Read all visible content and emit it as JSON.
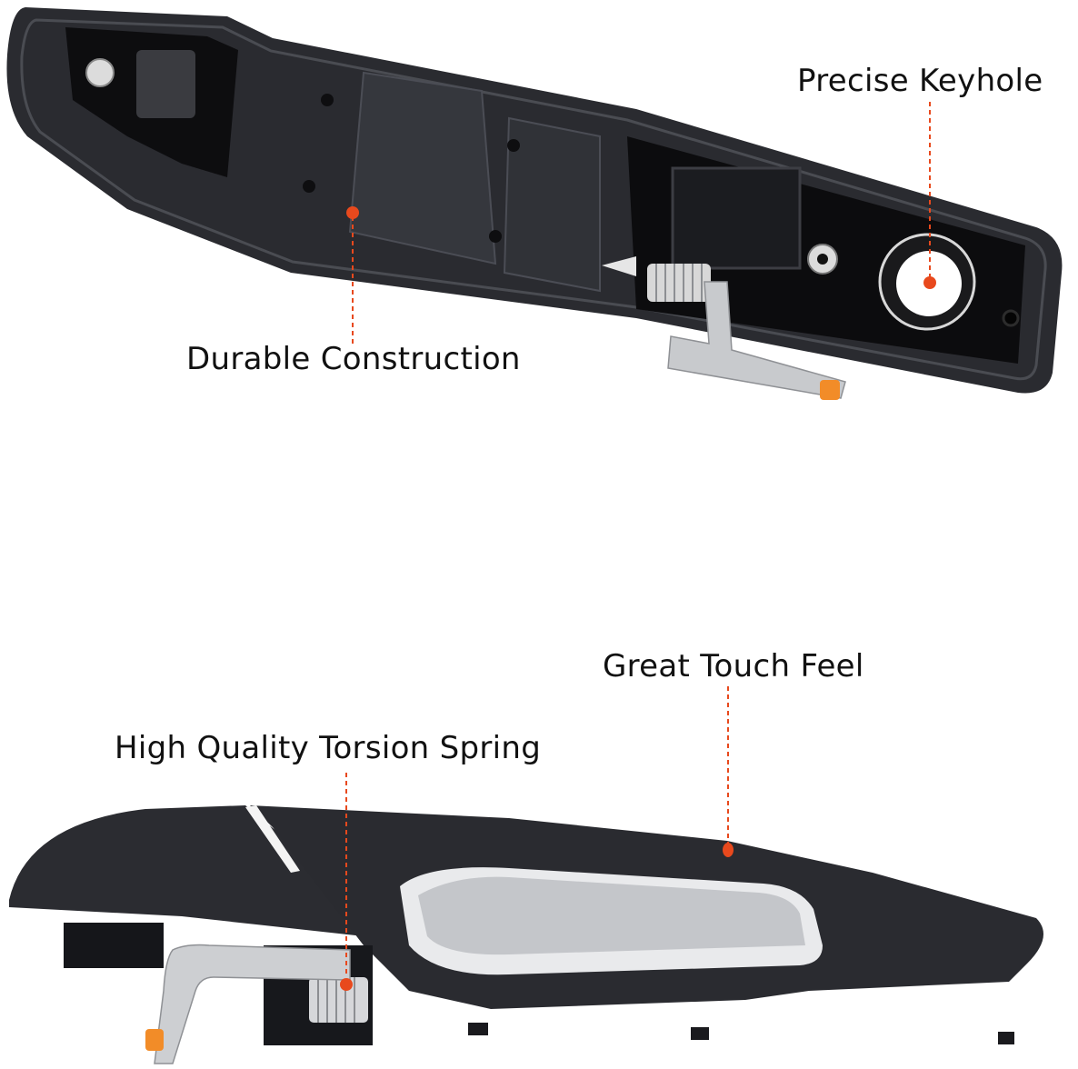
{
  "colors": {
    "accent": "#E8491D",
    "plastic_dark": "#26272b",
    "plastic_mid": "#3a3c42",
    "metal": "#c9cbce",
    "orange_clip": "#f28c28",
    "text": "#111111",
    "background": "#ffffff"
  },
  "callouts": [
    {
      "id": "precise-keyhole",
      "label": "Precise Keyhole"
    },
    {
      "id": "durable-construction",
      "label": "Durable Construction"
    },
    {
      "id": "great-touch-feel",
      "label": "Great Touch Feel"
    },
    {
      "id": "torsion-spring",
      "label": "High Quality Torsion Spring"
    }
  ],
  "views": [
    {
      "id": "back-view",
      "description": "door-handle-rear-view"
    },
    {
      "id": "side-view",
      "description": "door-handle-side-view"
    }
  ]
}
